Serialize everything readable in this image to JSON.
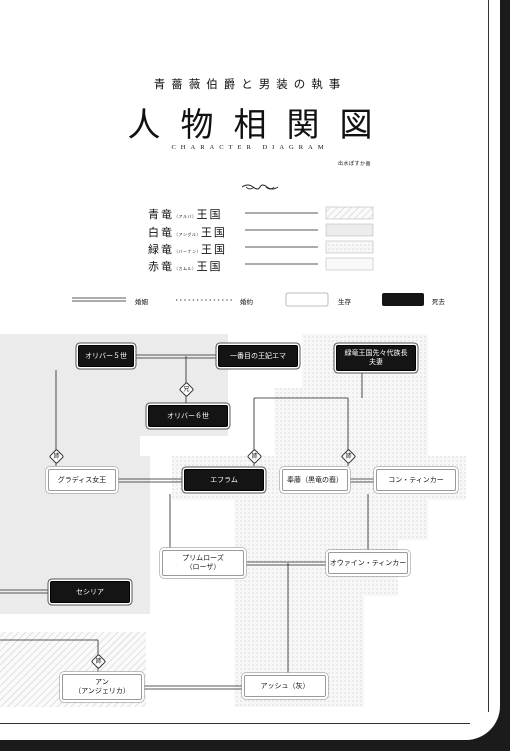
{
  "header": {
    "subtitle": "青薔薇伯爵と男装の執事",
    "title": "人物相関図",
    "title_en": "CHARACTER DIAGRAM",
    "credit": "出水ぽすか画"
  },
  "kingdoms": [
    {
      "name_a": "青竜",
      "reading": "（アルバ）",
      "name_b": "王国",
      "color": "#e6e6e6"
    },
    {
      "name_a": "白竜",
      "reading": "（アングル）",
      "name_b": "王国",
      "color": "#eeeeee"
    },
    {
      "name_a": "緑竜",
      "reading": "（バーナン）",
      "name_b": "王国",
      "color": "#f2f2f2"
    },
    {
      "name_a": "赤竜",
      "reading": "（カムル）",
      "name_b": "王国",
      "color": "#f6f6f6"
    }
  ],
  "key": {
    "marriage": "婚姻",
    "engagement": "婚約",
    "alive": "生存",
    "deceased": "死去"
  },
  "nodes": {
    "oliver5": "オリバー５世",
    "first_queen": "一番目の王妃エマ",
    "green_chief_l1": "緑竜王国先々代族長",
    "green_chief_l2": "夫妻",
    "oliver6": "オリバー６世",
    "gladys": "グラディス女王",
    "ephram": "エフラム",
    "wife": "奉藤（黒竜の裔）",
    "con": "コン・ティンカー",
    "primrose_l1": "プリムローズ",
    "primrose_l2": "（ローザ）",
    "owain": "オウァイン・ティンカー",
    "cecilia": "セシリア",
    "anne_l1": "アン",
    "anne_l2": "（アンジェリカ）",
    "ash": "アッシュ（灰）"
  },
  "markers": {
    "child": "兄",
    "child2": "姉",
    "child3": "姉",
    "child4": "姉",
    "child5": "姉"
  }
}
